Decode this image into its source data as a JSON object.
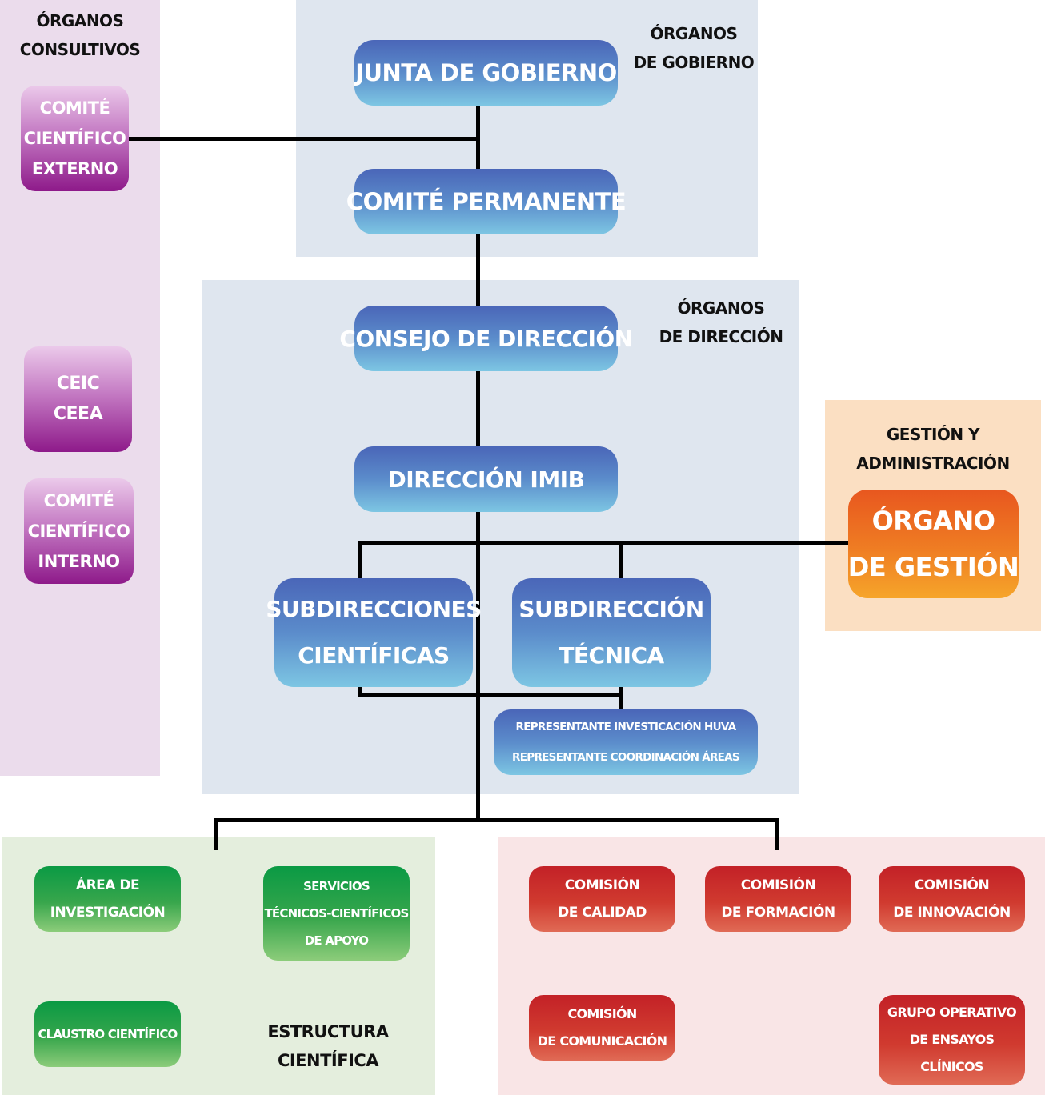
{
  "regions": {
    "consultivos_title": [
      "ÓRGANOS",
      "CONSULTIVOS"
    ],
    "gobierno_title": [
      "ÓRGANOS",
      "DE GOBIERNO"
    ],
    "direccion_title": [
      "ÓRGANOS",
      "DE DIRECCIÓN"
    ],
    "gestion_title": [
      "GESTIÓN Y",
      "ADMINISTRACIÓN"
    ],
    "cientifica_title": [
      "ESTRUCTURA",
      "CIENTÍFICA"
    ]
  },
  "consultivos": {
    "comite_externo": [
      "COMITÉ",
      "CIENTÍFICO",
      "EXTERNO"
    ],
    "ceic": [
      "CEIC",
      "CEEA"
    ],
    "comite_interno": [
      "COMITÉ",
      "CIENTÍFICO",
      "INTERNO"
    ]
  },
  "gobierno": {
    "junta": "JUNTA DE GOBIERNO",
    "comite_permanente": "COMITÉ PERMANENTE"
  },
  "direccion": {
    "consejo": "CONSEJO DE DIRECCIÓN",
    "direccion_imib": "DIRECCIÓN IMIB",
    "subdirecciones": [
      "SUBDIRECCIONES",
      "CIENTÍFICAS"
    ],
    "subdireccion_tecnica": [
      "SUBDIRECCIÓN",
      "TÉCNICA"
    ],
    "representantes": [
      "REPRESENTANTE INVESTICACIÓN HUVA",
      "REPRESENTANTE COORDINACIÓN ÁREAS"
    ]
  },
  "gestion": {
    "organo": [
      "ÓRGANO",
      "DE GESTIÓN"
    ]
  },
  "cientifica": {
    "area": [
      "ÁREA DE",
      "INVESTIGACIÓN"
    ],
    "servicios": [
      "SERVICIOS",
      "TÉCNICOS-CIENTÍFICOS",
      "DE APOYO"
    ],
    "claustro": "CLAUSTRO CIENTÍFICO"
  },
  "comisiones": {
    "calidad": [
      "COMISIÓN",
      "DE CALIDAD"
    ],
    "formacion": [
      "COMISIÓN",
      "DE FORMACIÓN"
    ],
    "innovacion": [
      "COMISIÓN",
      "DE INNOVACIÓN"
    ],
    "comunicacion": [
      "COMISIÓN",
      "DE COMUNICACIÓN"
    ],
    "grupo_ensayos": [
      "GRUPO OPERATIVO",
      "DE ENSAYOS",
      "CLÍNICOS"
    ]
  },
  "colors": {
    "gobierno_blue": "#4a66b8",
    "consultivo_purple": "#8e1a8a",
    "gestion_orange": "#ef7d23",
    "cientifica_green": "#0a9a44",
    "comision_red": "#c32127"
  }
}
